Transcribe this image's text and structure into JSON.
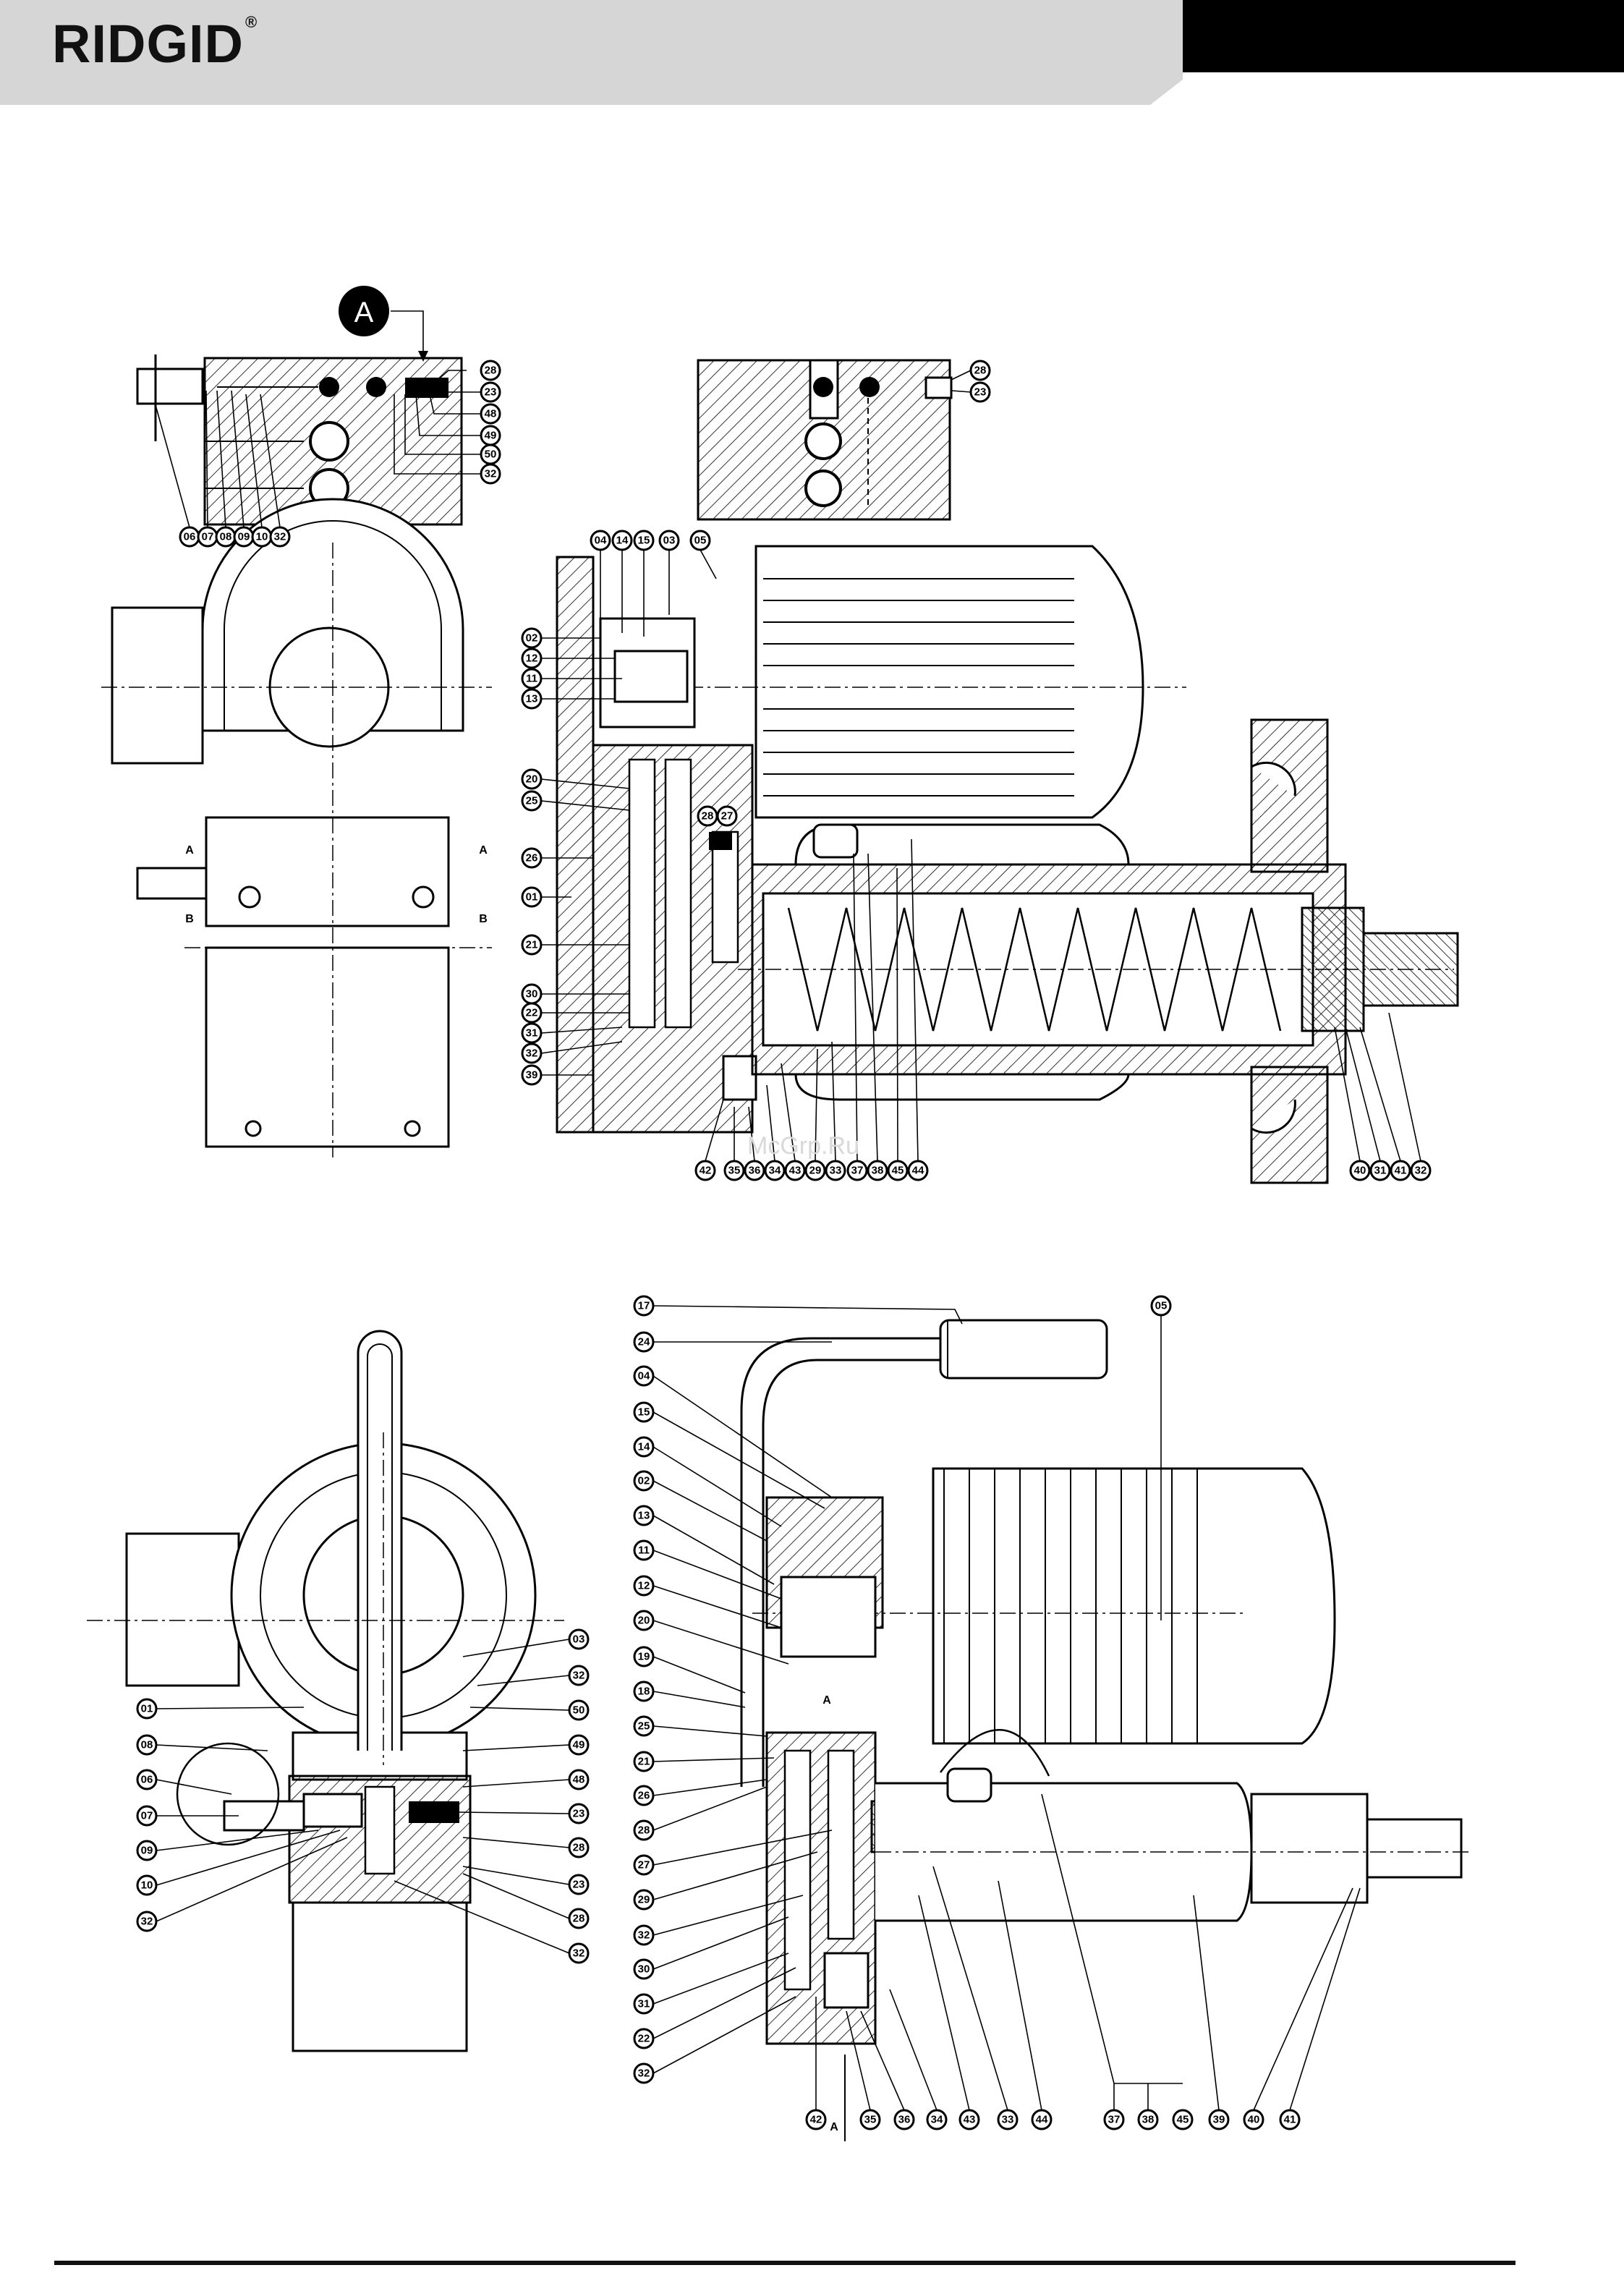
{
  "header": {
    "brand": "RIDGID",
    "registered_mark": "®"
  },
  "detail_marker": "A",
  "section_marks": {
    "a": "A",
    "b": "B"
  },
  "watermark": "McGrp.Ru",
  "views": {
    "top_left_callouts": [
      "28",
      "23",
      "48",
      "49",
      "50",
      "32",
      "06",
      "07",
      "08",
      "09",
      "10",
      "32"
    ],
    "top_right_callouts": [
      "28",
      "23"
    ],
    "main_section_left_callouts": [
      "04",
      "14",
      "15",
      "03",
      "05",
      "02",
      "12",
      "11",
      "13",
      "20",
      "25",
      "28",
      "27",
      "26",
      "01",
      "21",
      "30",
      "22",
      "31",
      "32",
      "39"
    ],
    "main_section_bottom_callouts": [
      "42",
      "35",
      "36",
      "34",
      "43",
      "29",
      "33",
      "37",
      "38",
      "45",
      "44"
    ],
    "main_section_right_callouts": [
      "40",
      "31",
      "41",
      "32"
    ],
    "bottom_left_callouts": [
      "03",
      "32",
      "50",
      "49",
      "48",
      "23",
      "28",
      "23",
      "28",
      "32",
      "01",
      "08",
      "06",
      "07",
      "09",
      "10",
      "32"
    ],
    "bottom_right_left_callouts": [
      "17",
      "24",
      "04",
      "15",
      "14",
      "02",
      "13",
      "11",
      "12",
      "20",
      "19",
      "18",
      "25",
      "21",
      "26",
      "28",
      "27",
      "29",
      "32",
      "30",
      "31",
      "22",
      "32"
    ],
    "bottom_right_top_callout": "05",
    "bottom_right_bottom_callouts": [
      "42",
      "35",
      "36",
      "34",
      "43",
      "33",
      "44",
      "37",
      "38",
      "45",
      "39",
      "40",
      "41"
    ]
  }
}
